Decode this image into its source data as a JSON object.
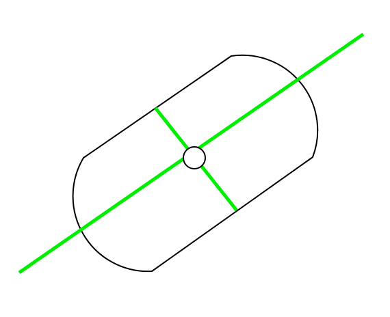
{
  "colors": {
    "background": "#ffffff",
    "outline": "#000000",
    "axis": "#00ee00"
  },
  "shape": {
    "kind": "dumbbell-outline",
    "parts": [
      "left-lobe",
      "right-lobe",
      "upper-edge",
      "lower-edge"
    ]
  },
  "axes": [
    "long-axis",
    "short-axis"
  ],
  "center_marker": "circle"
}
